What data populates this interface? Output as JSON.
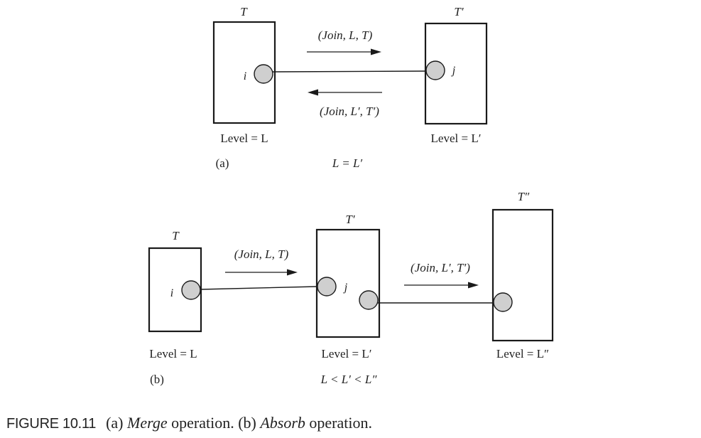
{
  "panel_a": {
    "label": "(a)",
    "tree_left": {
      "title": "T",
      "node_label": "i",
      "level": "Level = L"
    },
    "tree_right": {
      "title": "T′",
      "node_label": "j",
      "level": "Level = L′"
    },
    "message_forward": "(Join, L, T)",
    "message_backward": "(Join, L′, T′)",
    "condition": "L = L′"
  },
  "panel_b": {
    "label": "(b)",
    "tree_left": {
      "title": "T",
      "node_label": "i",
      "level": "Level = L"
    },
    "tree_middle": {
      "title": "T′",
      "node_label": "j",
      "level": "Level = L′"
    },
    "tree_right": {
      "title": "T″",
      "level": "Level = L″"
    },
    "message_1": "(Join, L, T)",
    "message_2": "(Join, L′, T′)",
    "condition": "L < L′ < L″"
  },
  "caption": {
    "figure_label": "FIGURE 10.11",
    "part_a_prefix": "(a) ",
    "part_a_term": "Merge",
    "part_a_suffix": " operation. ",
    "part_b_prefix": "(b) ",
    "part_b_term": "Absorb",
    "part_b_suffix": " operation."
  }
}
